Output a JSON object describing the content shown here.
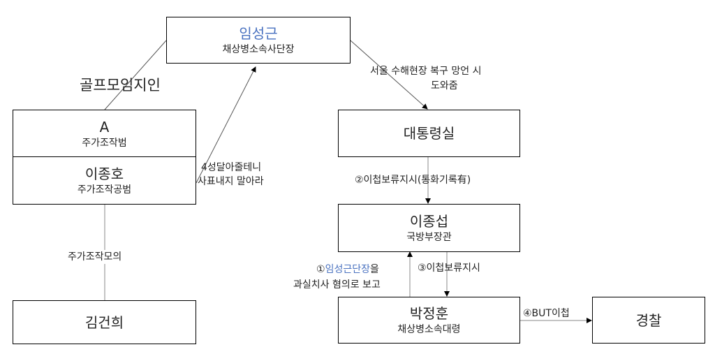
{
  "nodes": {
    "lim": {
      "name": "임성근",
      "role": "채상병소속사단장"
    },
    "a": {
      "name": "A",
      "role": "주가조작범"
    },
    "lee_jh": {
      "name": "이종호",
      "role": "주가조작공범"
    },
    "kim": {
      "name": "김건희"
    },
    "office": {
      "name": "대통령실"
    },
    "lee_js": {
      "name": "이종섭",
      "role": "국방부장관"
    },
    "park": {
      "name": "박정훈",
      "role": "채상병소속대령"
    },
    "police": {
      "name": "경찰"
    }
  },
  "edges": {
    "golf": "골프모임지인",
    "promise_1": "4성달아줄테니",
    "promise_2": "사표내지 말아라",
    "seoul_1": "서울 수해현장 복구 망언 시",
    "seoul_2": "도와줌",
    "stock": "주가조작모의",
    "step2": "②이첩보류지시(통화기록有)",
    "step1_prefix": "①",
    "step1_name": "임성근단장",
    "step1_suffix": "을",
    "step1_line2": "과실치사 혐의로 보고",
    "step3": "③이첩보류지시",
    "step4": "④BUT이첩"
  },
  "colors": {
    "highlight": "#4a72c0"
  }
}
